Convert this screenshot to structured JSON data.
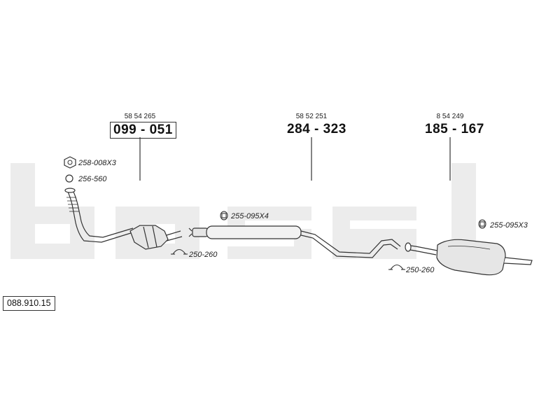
{
  "watermark": {
    "text": "bosal",
    "color": "#ececec"
  },
  "diagram_code": "088.910.15",
  "parts": [
    {
      "oem": "58 54 265",
      "number": "099 - 051",
      "boxed": true
    },
    {
      "oem": "58 52 251",
      "number": "284 - 323",
      "boxed": false
    },
    {
      "oem": "8 54 249",
      "number": "185 - 167",
      "boxed": false
    }
  ],
  "accessories": [
    {
      "code": "258-008X3",
      "icon": "nut-icon"
    },
    {
      "code": "256-560",
      "icon": "gasket-ring-icon"
    },
    {
      "code": "255-095X4",
      "icon": "rubber-hanger-icon"
    },
    {
      "code": "250-260",
      "icon": "pipe-clamp-icon"
    },
    {
      "code": "255-095X3",
      "icon": "rubber-hanger-icon"
    },
    {
      "code": "250-260",
      "icon": "pipe-clamp-icon"
    }
  ],
  "colors": {
    "line": "#333333",
    "part_fill": "#e6e6e6"
  }
}
